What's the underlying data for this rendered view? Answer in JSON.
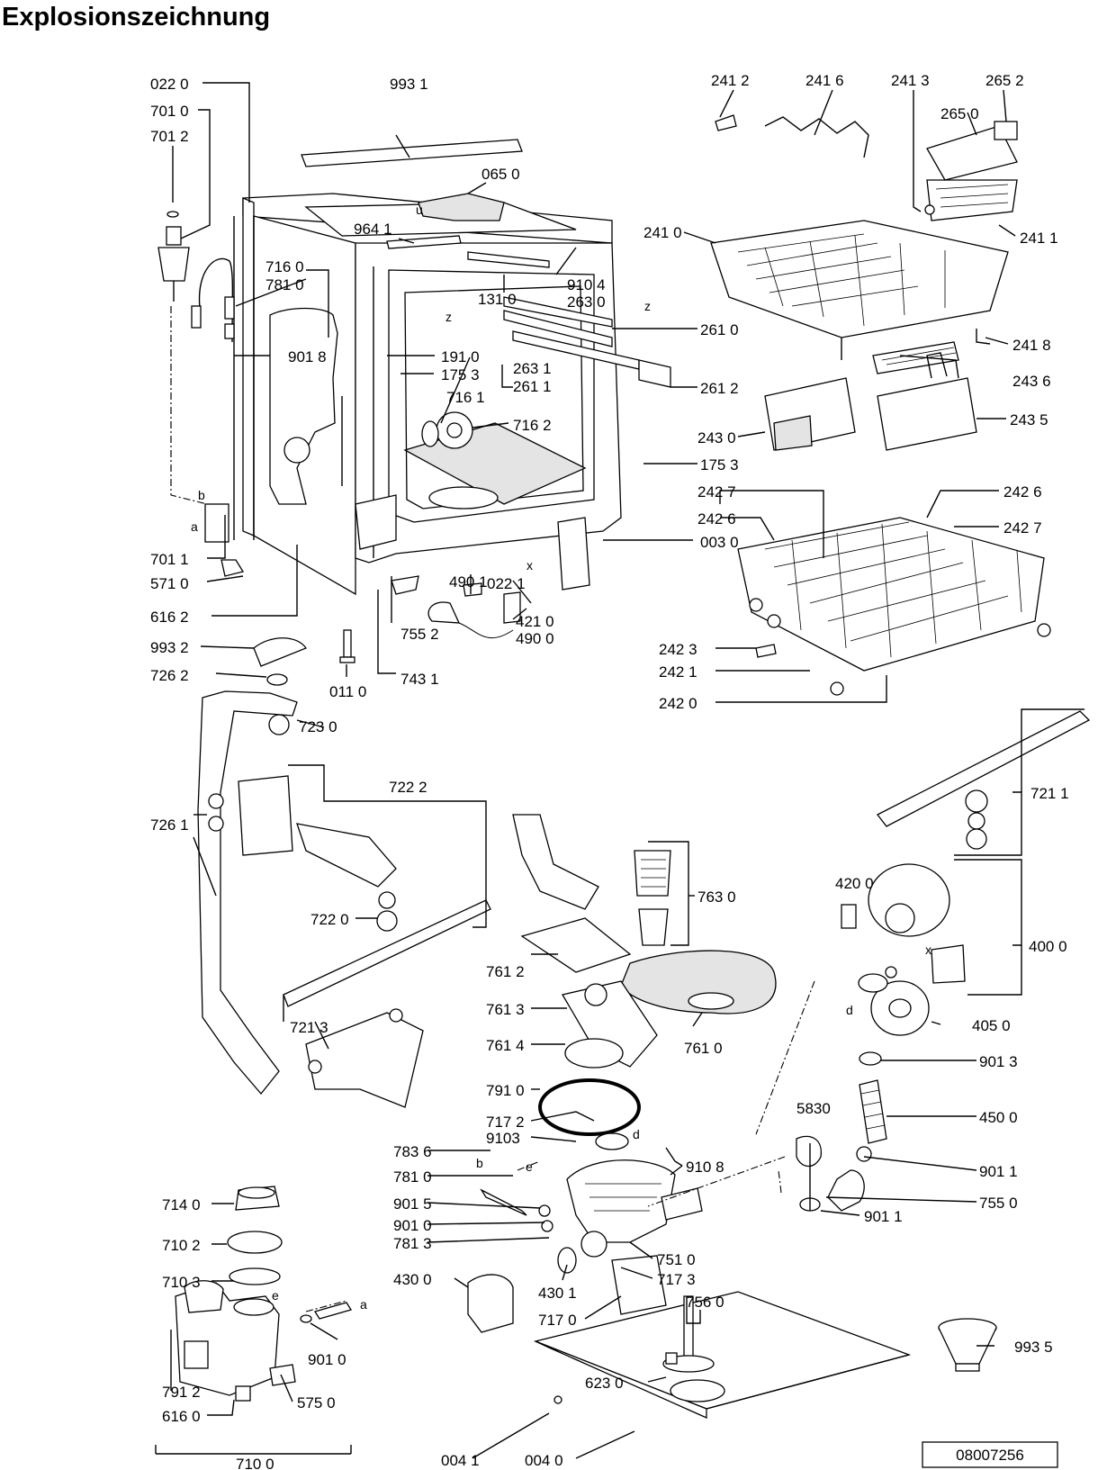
{
  "title": "Explosionszeichnung",
  "drawing_number": "08007256",
  "callouts": [
    {
      "id": "022-0",
      "text": "022 0"
    },
    {
      "id": "701-0",
      "text": "701 0"
    },
    {
      "id": "701-2",
      "text": "701 2"
    },
    {
      "id": "993-1",
      "text": "993 1"
    },
    {
      "id": "065-0",
      "text": "065 0"
    },
    {
      "id": "964-1",
      "text": "964 1"
    },
    {
      "id": "716-0",
      "text": "716 0"
    },
    {
      "id": "781-0a",
      "text": "781 0"
    },
    {
      "id": "901-8",
      "text": "901 8"
    },
    {
      "id": "131-0",
      "text": "131 0"
    },
    {
      "id": "910-4",
      "text": "910 4"
    },
    {
      "id": "263-0",
      "text": "263 0"
    },
    {
      "id": "191-0",
      "text": "191 0"
    },
    {
      "id": "175-3a",
      "text": "175 3"
    },
    {
      "id": "716-1",
      "text": "716 1"
    },
    {
      "id": "716-2",
      "text": "716 2"
    },
    {
      "id": "263-1",
      "text": "263 1"
    },
    {
      "id": "261-1",
      "text": "261 1"
    },
    {
      "id": "261-0",
      "text": "261 0"
    },
    {
      "id": "261-2",
      "text": "261 2"
    },
    {
      "id": "175-3b",
      "text": "175 3"
    },
    {
      "id": "003-0",
      "text": "003 0"
    },
    {
      "id": "701-1",
      "text": "701 1"
    },
    {
      "id": "571-0",
      "text": "571 0"
    },
    {
      "id": "616-2",
      "text": "616 2"
    },
    {
      "id": "490-1",
      "text": "490 1"
    },
    {
      "id": "022-1",
      "text": "022 1"
    },
    {
      "id": "421-0",
      "text": "421 0"
    },
    {
      "id": "490-0",
      "text": "490 0"
    },
    {
      "id": "993-2",
      "text": "993 2"
    },
    {
      "id": "755-2",
      "text": "755 2"
    },
    {
      "id": "743-1",
      "text": "743 1"
    },
    {
      "id": "011-0",
      "text": "011 0"
    },
    {
      "id": "241-2",
      "text": "241 2"
    },
    {
      "id": "241-6",
      "text": "241 6"
    },
    {
      "id": "241-3",
      "text": "241 3"
    },
    {
      "id": "265-2",
      "text": "265 2"
    },
    {
      "id": "265-0",
      "text": "265 0"
    },
    {
      "id": "241-1",
      "text": "241 1"
    },
    {
      "id": "241-0",
      "text": "241 0"
    },
    {
      "id": "241-8",
      "text": "241 8"
    },
    {
      "id": "243-6",
      "text": "243 6"
    },
    {
      "id": "243-0",
      "text": "243 0"
    },
    {
      "id": "243-5",
      "text": "243 5"
    },
    {
      "id": "242-7a",
      "text": "242 7"
    },
    {
      "id": "242-6a",
      "text": "242 6"
    },
    {
      "id": "242-6b",
      "text": "242 6"
    },
    {
      "id": "242-7b",
      "text": "242 7"
    },
    {
      "id": "242-3",
      "text": "242 3"
    },
    {
      "id": "242-1",
      "text": "242 1"
    },
    {
      "id": "242-0",
      "text": "242 0"
    },
    {
      "id": "726-2",
      "text": "726 2"
    },
    {
      "id": "723-0",
      "text": "723 0"
    },
    {
      "id": "722-2",
      "text": "722 2"
    },
    {
      "id": "726-1",
      "text": "726 1"
    },
    {
      "id": "722-0",
      "text": "722 0"
    },
    {
      "id": "721-3",
      "text": "721 3"
    },
    {
      "id": "721-1",
      "text": "721 1"
    },
    {
      "id": "763-0",
      "text": "763 0"
    },
    {
      "id": "761-2",
      "text": "761 2"
    },
    {
      "id": "761-3",
      "text": "761 3"
    },
    {
      "id": "761-4",
      "text": "761 4"
    },
    {
      "id": "761-0",
      "text": "761 0"
    },
    {
      "id": "420-0",
      "text": "420 0"
    },
    {
      "id": "400-0",
      "text": "400 0"
    },
    {
      "id": "405-0",
      "text": "405 0"
    },
    {
      "id": "901-3",
      "text": "901 3"
    },
    {
      "id": "450-0",
      "text": "450 0"
    },
    {
      "id": "5830",
      "text": "5830"
    },
    {
      "id": "901-1a",
      "text": "901 1"
    },
    {
      "id": "755-0",
      "text": "755 0"
    },
    {
      "id": "901-1b",
      "text": "901 1"
    },
    {
      "id": "791-0",
      "text": "791 0"
    },
    {
      "id": "717-2",
      "text": "717 2"
    },
    {
      "id": "9103",
      "text": "9103"
    },
    {
      "id": "910-8",
      "text": "910 8"
    },
    {
      "id": "783-6",
      "text": "783 6"
    },
    {
      "id": "781-0b",
      "text": "781 0"
    },
    {
      "id": "901-5",
      "text": "901 5"
    },
    {
      "id": "901-0a",
      "text": "901 0"
    },
    {
      "id": "781-3",
      "text": "781 3"
    },
    {
      "id": "751-0",
      "text": "751 0"
    },
    {
      "id": "717-3",
      "text": "717 3"
    },
    {
      "id": "430-0",
      "text": "430 0"
    },
    {
      "id": "430-1",
      "text": "430 1"
    },
    {
      "id": "756-0",
      "text": "756 0"
    },
    {
      "id": "717-0",
      "text": "717 0"
    },
    {
      "id": "714-0",
      "text": "714 0"
    },
    {
      "id": "710-2",
      "text": "710 2"
    },
    {
      "id": "710-3",
      "text": "710 3"
    },
    {
      "id": "901-0b",
      "text": "901 0"
    },
    {
      "id": "791-2",
      "text": "791 2"
    },
    {
      "id": "616-0",
      "text": "616 0"
    },
    {
      "id": "575-0",
      "text": "575 0"
    },
    {
      "id": "710-0",
      "text": "710 0"
    },
    {
      "id": "623-0",
      "text": "623 0"
    },
    {
      "id": "993-5",
      "text": "993 5"
    },
    {
      "id": "004-1",
      "text": "004 1"
    },
    {
      "id": "004-0",
      "text": "004 0"
    }
  ],
  "letters": [
    {
      "id": "b1",
      "text": "b"
    },
    {
      "id": "a1",
      "text": "a"
    },
    {
      "id": "z1",
      "text": "z"
    },
    {
      "id": "z2",
      "text": "z"
    },
    {
      "id": "x1",
      "text": "x"
    },
    {
      "id": "x2",
      "text": "x"
    },
    {
      "id": "d1",
      "text": "d"
    },
    {
      "id": "d2",
      "text": "d"
    },
    {
      "id": "b2",
      "text": "b"
    },
    {
      "id": "e1",
      "text": "e"
    },
    {
      "id": "e2",
      "text": "e"
    },
    {
      "id": "a2",
      "text": "a"
    },
    {
      "id": "u1",
      "text": "u"
    }
  ]
}
